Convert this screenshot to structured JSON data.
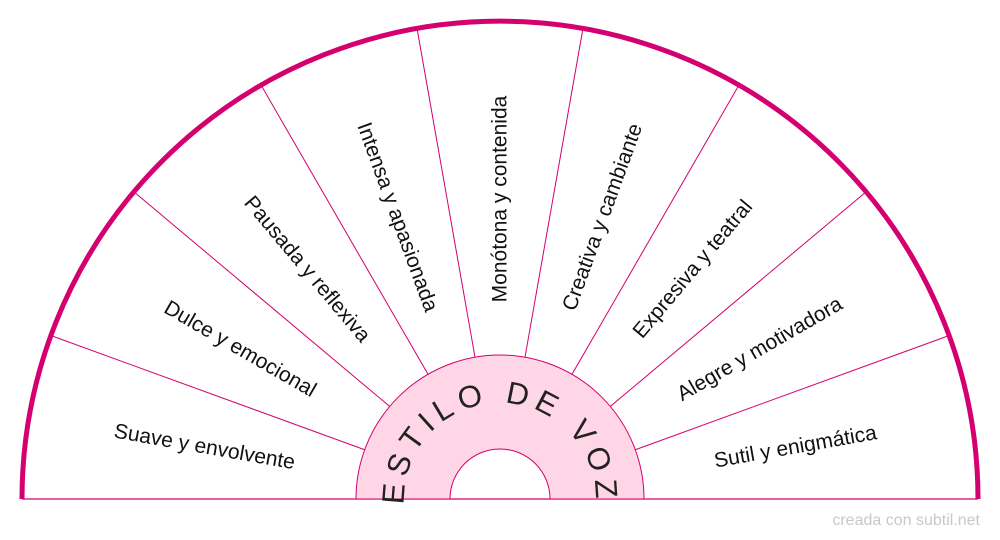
{
  "wheel": {
    "title": "ESTILO DE VOZ",
    "slices": [
      "Suave y envolvente",
      "Dulce y emocional",
      "Pausada y reflexiva",
      "Intensa y apasionada",
      "Monótona y contenida",
      "Creativa y cambiante",
      "Expresiva y teatral",
      "Alegre y motivadora",
      "Sutil y enigmática"
    ],
    "colors": {
      "rim": "#d4006f",
      "divider": "#d4006f",
      "hub_fill": "#ffd6e6",
      "hub_stroke": "#d4006f"
    }
  },
  "footer": {
    "credit": "creada con subtil.net"
  }
}
